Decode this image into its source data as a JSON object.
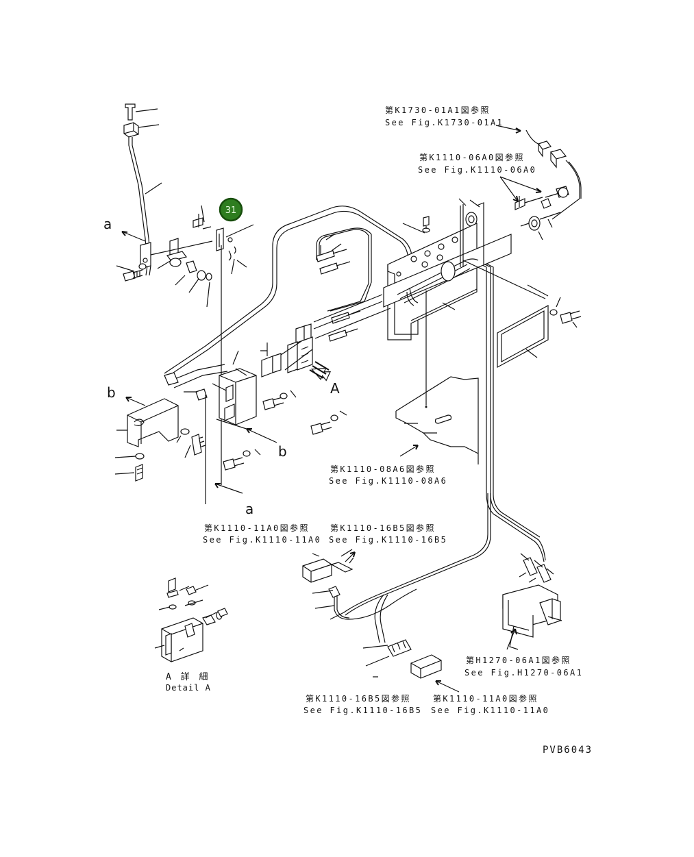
{
  "references": {
    "k1730_jp": "第K1730-01A1図参照",
    "k1730_en": "See Fig.K1730-01A1",
    "k1110_06a0_jp": "第K1110-06A0図参照",
    "k1110_06a0_en": "See Fig.K1110-06A0",
    "k1110_08a6_jp": "第K1110-08A6図参照",
    "k1110_08a6_en": "See Fig.K1110-08A6",
    "k1110_11a0_top_jp": "第K1110-11A0図参照",
    "k1110_11a0_top_en": "See Fig.K1110-11A0",
    "k1110_16b5_top_jp": "第K1110-16B5図参照",
    "k1110_16b5_top_en": "See Fig.K1110-16B5",
    "h1270_jp": "第H1270-06A1図参照",
    "h1270_en": "See Fig.H1270-06A1",
    "k1110_16b5_bot_jp": "第K1110-16B5図参照",
    "k1110_16b5_bot_en": "See Fig.K1110-16B5",
    "k1110_11a0_bot_jp": "第K1110-11A0図参照",
    "k1110_11a0_bot_en": "See Fig.K1110-11A0"
  },
  "callouts": {
    "a_top": "a",
    "a_bottom": "a",
    "b_left": "b",
    "b_right": "b",
    "A_arrow": "A"
  },
  "detail": {
    "jp": "A 詳 細",
    "en": "Detail A"
  },
  "badge": {
    "number": "31",
    "color": "#2e7d1f"
  },
  "figure_code": "PVB6043"
}
